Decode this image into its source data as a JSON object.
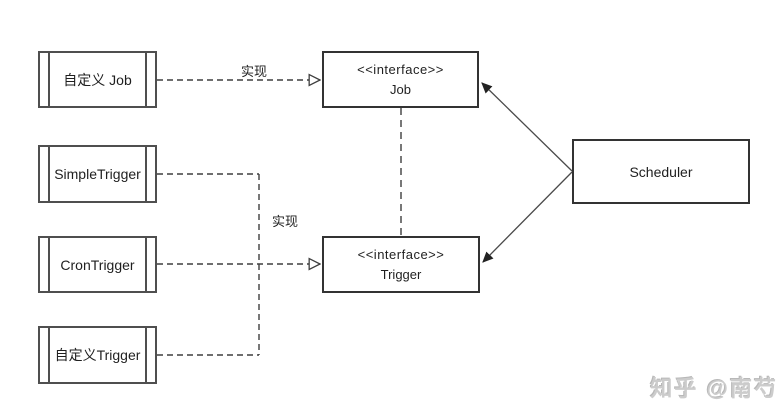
{
  "diagram": {
    "nodes": {
      "custom_job": {
        "label": "自定义 Job"
      },
      "simple_trigger": {
        "label": "SimpleTrigger"
      },
      "cron_trigger": {
        "label": "CronTrigger"
      },
      "custom_trigger": {
        "label": "自定义Trigger"
      },
      "job_interface": {
        "stereotype": "<<interface>>",
        "name": "Job"
      },
      "trigger_interface": {
        "stereotype": "<<interface>>",
        "name": "Trigger"
      },
      "scheduler": {
        "label": "Scheduler"
      }
    },
    "edges": [
      {
        "from": "custom_job",
        "to": "job_interface",
        "type": "realization",
        "style": "dashed-open-triangle",
        "label": "实现"
      },
      {
        "from": "simple_trigger",
        "to": "trigger_interface",
        "type": "realization",
        "style": "dashed-open-triangle",
        "label": "实现"
      },
      {
        "from": "cron_trigger",
        "to": "trigger_interface",
        "type": "realization",
        "style": "dashed-open-triangle",
        "label": "实现"
      },
      {
        "from": "custom_trigger",
        "to": "trigger_interface",
        "type": "realization",
        "style": "dashed-open-triangle",
        "label": "实现"
      },
      {
        "from": "scheduler",
        "to": "job_interface",
        "type": "association",
        "style": "solid-filled-arrow"
      },
      {
        "from": "scheduler",
        "to": "trigger_interface",
        "type": "association",
        "style": "solid-filled-arrow"
      },
      {
        "from": "job_interface",
        "to": "trigger_interface",
        "type": "dependency",
        "style": "dashed-no-arrow"
      }
    ],
    "labels": {
      "realize_job": "实现",
      "realize_trigger": "实现"
    },
    "watermark": "知乎 @南芍",
    "colors": {
      "background": "#ffffff",
      "line": "#3f3f3f",
      "component_border": "#4f4f4f",
      "interface_border": "#333333",
      "text": "#1f1f1f",
      "watermark": "#cccccc"
    }
  }
}
